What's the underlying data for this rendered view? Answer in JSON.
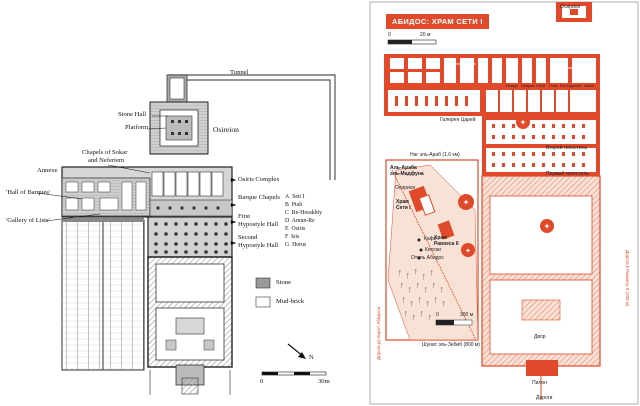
{
  "left_plan": {
    "labels": {
      "tunnel": "Tunnel",
      "stone_hall": "Stone Hall",
      "platform": "Platform",
      "osireion": "Osireion",
      "chapels_sokar": "Chapels of Sokar",
      "and_nefertem": "and Nefertem",
      "annexe": "Annexe",
      "osiris_complex": "Osiris Complex",
      "hall_of_barques": "'Hall of Barques'",
      "barque_chapels": "Barque Chapels",
      "gallery_of_lists": "'Gallery of Lists'",
      "first_hypostyle": "First",
      "first_hypostyle_2": "Hypostyle Hall",
      "second_hypostyle": "Second",
      "second_hypostyle_2": "Hypostyle Hall"
    },
    "chapel_key": [
      {
        "letter": "A",
        "name": "Seti I"
      },
      {
        "letter": "B",
        "name": "Ptah"
      },
      {
        "letter": "C",
        "name": "Re-Horakhty"
      },
      {
        "letter": "D",
        "name": "Amun-Re"
      },
      {
        "letter": "E",
        "name": "Osiris"
      },
      {
        "letter": "F",
        "name": "Isis"
      },
      {
        "letter": "G",
        "name": "Horus"
      }
    ],
    "legend": [
      {
        "label": "Stone",
        "color": "#9a9a9a"
      },
      {
        "label": "Mud-brick",
        "color": "#ffffff"
      }
    ],
    "north": "N",
    "scale": {
      "start": "0",
      "end": "30m"
    }
  },
  "right_map": {
    "title": "АБИДОС: ХРАМ СЕТИ I",
    "scale_top": {
      "start": "0",
      "end": "20 м"
    },
    "scale_bottom": {
      "start": "0",
      "end": "300 м"
    },
    "labels": {
      "osirion_top": "Осирион",
      "gallery": "Галерея Царей",
      "nag_el_arab": "Наг эль-Араб (1,6 км)",
      "al_araba": "Аль-Араба",
      "el_madfuna": "эль-Мадфуна",
      "osirion": "Осирион",
      "temple_seti": "Храм",
      "temple_seti_2": "Сети I",
      "temple_ramses": "Храм",
      "temple_ramses_2": "Рамзеса II",
      "cafe": "Кафе",
      "kiosks": "Киоски",
      "hotel": "Отель Абидос",
      "shunat": "Шунат эль-Зебиб (800 м)",
      "courtyard": "Двор",
      "pylon": "Пилон",
      "roads": "Дороги",
      "hall_2": "Второй гипостиль",
      "hall_1": "Первый гипостиль",
      "sokar": "Часовни Сокара",
      "light": "Храм светлых Богов",
      "hor": "Хор",
      "isida": "Исида",
      "osiris": "Осирис",
      "seti": "Сети",
      "ptah": "Птах",
      "ra": "Ра-Хорахти",
      "amon": "Амон",
      "side_left": "Дорога до ворот Абидоса",
      "side_right": "Дорога к Рамзесу II (100 м)"
    },
    "colors": {
      "accent": "#e04a2a",
      "pale": "#f8e2d6"
    }
  }
}
